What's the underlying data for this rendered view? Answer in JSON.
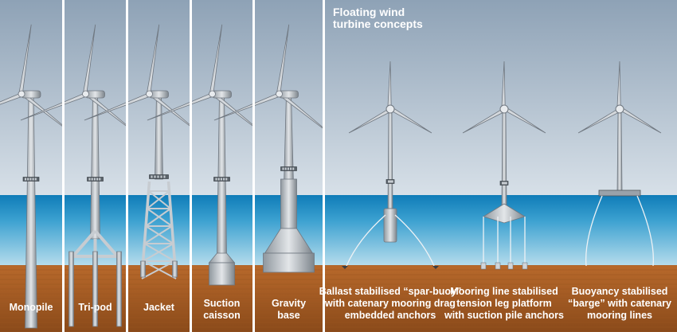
{
  "fixed_foundations": [
    {
      "label_lines": [
        "Monopile"
      ],
      "type": "monopile"
    },
    {
      "label_lines": [
        "Tri-pod"
      ],
      "type": "tripod"
    },
    {
      "label_lines": [
        "Jacket"
      ],
      "type": "jacket"
    },
    {
      "label_lines": [
        "Suction",
        "caisson"
      ],
      "type": "suction-caisson"
    },
    {
      "label_lines": [
        "Gravity",
        "base"
      ],
      "type": "gravity-base"
    }
  ],
  "floating_section": {
    "title_lines": [
      "Floating wind",
      "turbine concepts"
    ],
    "concepts": [
      {
        "label_lines": [
          "Ballast stabilised “spar-buoy”",
          "with catenary mooring drag",
          "embedded anchors"
        ],
        "type": "spar-buoy"
      },
      {
        "label_lines": [
          "Mooring line stabilised",
          "tension leg platform",
          "with suction pile anchors"
        ],
        "type": "tension-leg-platform"
      },
      {
        "label_lines": [
          "Buoyancy stabilised",
          "“barge” with catenary",
          "mooring lines"
        ],
        "type": "barge"
      }
    ]
  },
  "colors": {
    "sky": "#a8b8c9",
    "sea_top": "#1f8fc4",
    "sea_bottom": "#a6d6ea",
    "seabed": "#a85d24",
    "turbine": "#c8cdd2",
    "turbine_edge": "#6f7780"
  }
}
